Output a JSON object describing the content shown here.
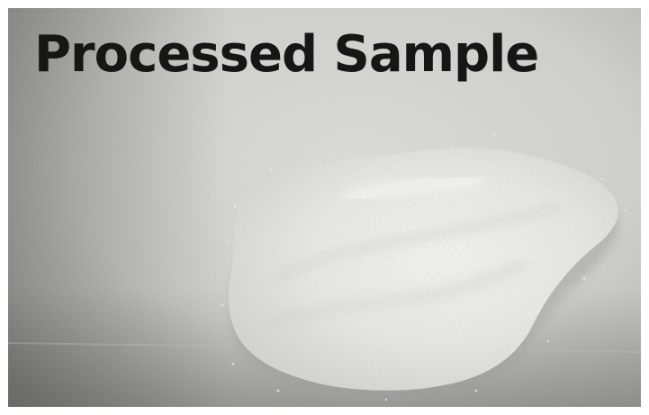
{
  "photo": {
    "caption": "Processed Sample",
    "subject": "white-powder-pile",
    "surface": "white-paper-sheet",
    "colors": {
      "paper": "#d4d4d1",
      "paper_shadow": "#a9aaa7",
      "powder": "#efefec",
      "powder_shade": "#c8c8c4",
      "text": "#161616"
    }
  }
}
